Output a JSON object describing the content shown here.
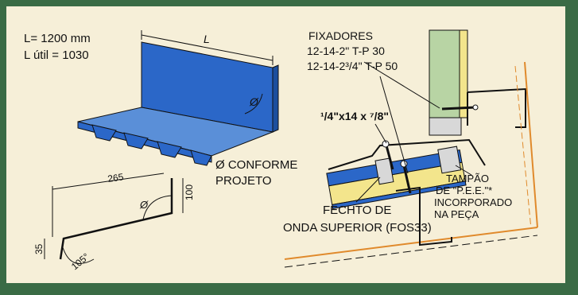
{
  "labels": {
    "length_total": "L= 1200 mm",
    "length_useful": "L útil = 1030",
    "dim_L": "L",
    "angle_symbol": "Ø",
    "conforme_line1": "Ø CONFORME",
    "conforme_line2": "PROJETO",
    "dim_265": "265",
    "dim_100": "100",
    "dim_35": "35",
    "angle_105": "105°",
    "fixadores_title": "FIXADORES",
    "fixadores_line1": "12-14-2\" T-P 30",
    "fixadores_line2": "12-14-2³/4\" T-P 50",
    "screw_spec": "¹/4\"x14 x ⁷/8\"",
    "fecho_line1": "FECHTO DE",
    "fecho_line2": "ONDA SUPERIOR (FOS33)",
    "tampao_line1": "TAMPÃO",
    "tampao_line2": "DE \"P.E.E.\"*",
    "tampao_line3": "INCORPORADO",
    "tampao_line4": "NA PEÇA"
  },
  "colors": {
    "frame": "#3a6b45",
    "background": "#f6efd8",
    "blue_sheet": "#2b67c8",
    "blue_light": "#5a8fd8",
    "yellow_core": "#f3e58c",
    "green_panel": "#b8d4a4",
    "gray_fill": "#d8d8d8",
    "orange_line": "#e08a2c"
  }
}
